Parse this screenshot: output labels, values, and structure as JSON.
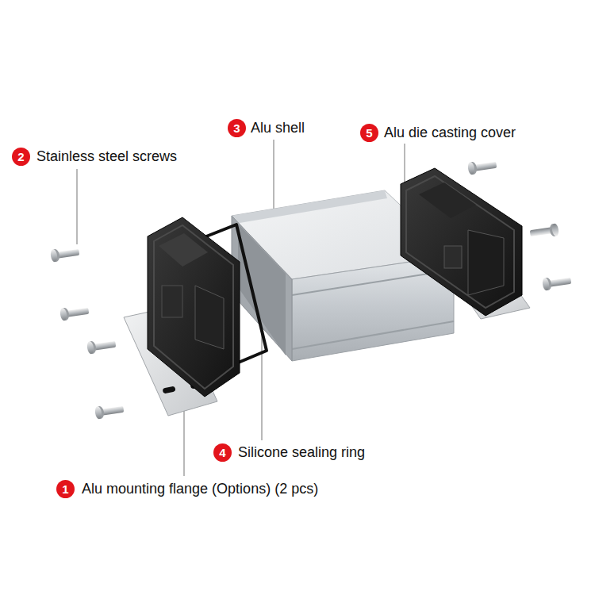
{
  "diagram": {
    "labels": [
      "3",
      "Alu shell",
      "5",
      "Alu die casting cover",
      "2",
      "Stainless steel screws",
      "4",
      "Silicone sealing ring",
      "1",
      "Alu mounting flange (Options) (2 pcs)"
    ]
  }
}
